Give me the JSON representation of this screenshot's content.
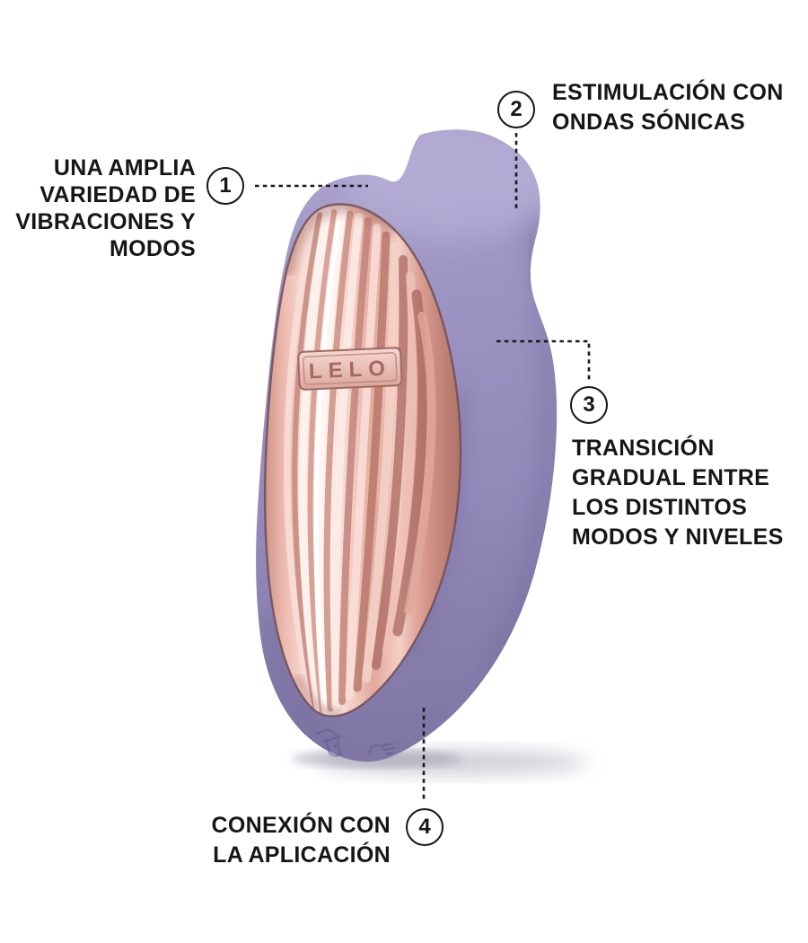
{
  "background_color": "#ffffff",
  "ink_color": "#161616",
  "device": {
    "brand": "LELO",
    "body_color": "#948aba",
    "panel_color": "#f2cac1"
  },
  "callouts": [
    {
      "number": "1",
      "lines": [
        "UNA AMPLIA",
        "VARIEDAD DE",
        "VIBRACIONES Y",
        "MODOS"
      ]
    },
    {
      "number": "2",
      "lines": [
        "ESTIMULACIÓN CON",
        "ONDAS SÓNICAS"
      ]
    },
    {
      "number": "3",
      "lines": [
        "TRANSICIÓN",
        "GRADUAL ENTRE",
        "LOS DISTINTOS",
        "MODOS Y NIVELES"
      ]
    },
    {
      "number": "4",
      "lines": [
        "CONEXIÓN CON",
        "LA APLICACIÓN"
      ]
    }
  ]
}
